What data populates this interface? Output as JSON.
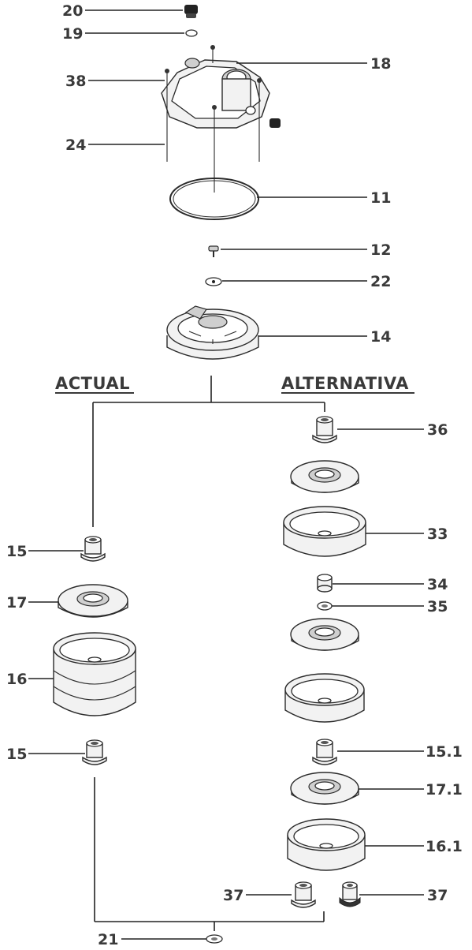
{
  "diagram": {
    "headings": {
      "actual": "ACTUAL",
      "alternativa": "ALTERNATIVA"
    },
    "labels": {
      "p20": "20",
      "p19": "19",
      "p18": "18",
      "p38": "38",
      "p24": "24",
      "p11": "11",
      "p12": "12",
      "p22": "22",
      "p14": "14",
      "p36": "36",
      "p33": "33",
      "p34": "34",
      "p35": "35",
      "p15_top": "15",
      "p17": "17",
      "p16": "16",
      "p15_bottom": "15",
      "p15_1": "15.1",
      "p17_1": "17.1",
      "p16_1": "16.1",
      "p37_left": "37",
      "p37_right": "37",
      "p21": "21"
    }
  }
}
